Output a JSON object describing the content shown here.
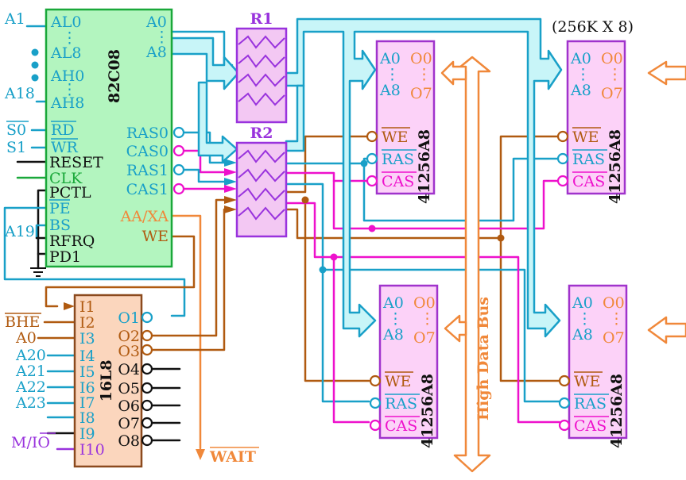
{
  "memory_org_label": "(256K X 8)",
  "controller": {
    "name": "82C08",
    "colors": {
      "fill": "#b3f5bf",
      "stroke": "#1aa83a"
    },
    "left_pins": [
      "AL0",
      "AL8",
      "AH0",
      "AH8",
      "RD",
      "WR",
      "RESET",
      "CLK",
      "PCTL",
      "PE",
      "BS",
      "RFRQ",
      "PD1"
    ],
    "right_pins": [
      "A0",
      "A8",
      "RAS0",
      "CAS0",
      "RAS1",
      "CAS1",
      "AA/XA",
      "WE"
    ]
  },
  "left_signals": {
    "a1": "A1",
    "a18": "A18",
    "s0": "S0",
    "s1": "S1",
    "a19": "A19"
  },
  "latches": [
    {
      "name": "R1"
    },
    {
      "name": "R2"
    }
  ],
  "pal": {
    "name": "16L8",
    "colors": {
      "fill": "#fbd6bd",
      "stroke": "#8b4a1e"
    },
    "inputs": [
      "I1",
      "I2",
      "I3",
      "I4",
      "I5",
      "I6",
      "I7",
      "I8",
      "I9",
      "I10"
    ],
    "outputs": [
      "O1",
      "O2",
      "O3",
      "O4",
      "O5",
      "O6",
      "O7",
      "O8"
    ],
    "input_signals": [
      "BHE",
      "A0",
      "A20",
      "A21",
      "A22",
      "A23",
      "M/IO"
    ]
  },
  "dram_chips": [
    {
      "part": "41256A8",
      "pins": {
        "a0": "A0",
        "a8": "A8",
        "o0": "O0",
        "o7": "O7",
        "we": "WE",
        "ras": "RAS",
        "cas": "CAS"
      }
    },
    {
      "part": "41256A8",
      "pins": {
        "a0": "A0",
        "a8": "A8",
        "o0": "O0",
        "o7": "O7",
        "we": "WE",
        "ras": "RAS",
        "cas": "CAS"
      }
    },
    {
      "part": "41256A8",
      "pins": {
        "a0": "A0",
        "a8": "A8",
        "o0": "O0",
        "o7": "O7",
        "we": "WE",
        "ras": "RAS",
        "cas": "CAS"
      }
    },
    {
      "part": "41256A8",
      "pins": {
        "a0": "A0",
        "a8": "A8",
        "o0": "O0",
        "o7": "O7",
        "we": "WE",
        "ras": "RAS",
        "cas": "CAS"
      }
    }
  ],
  "bus_label": "High Data Bus",
  "wait_label": "WAIT",
  "colors": {
    "address": "#19a0c8",
    "cas": "#ee11cc",
    "we": "#b05a10",
    "data": "#f0883a",
    "purple": "#9933dd",
    "bus_fill": "#c8f5f8",
    "dram_fill": "#fcd2f8",
    "dram_stroke": "#a033cc",
    "latch_fill": "#f3c8f3",
    "black": "#111111"
  }
}
